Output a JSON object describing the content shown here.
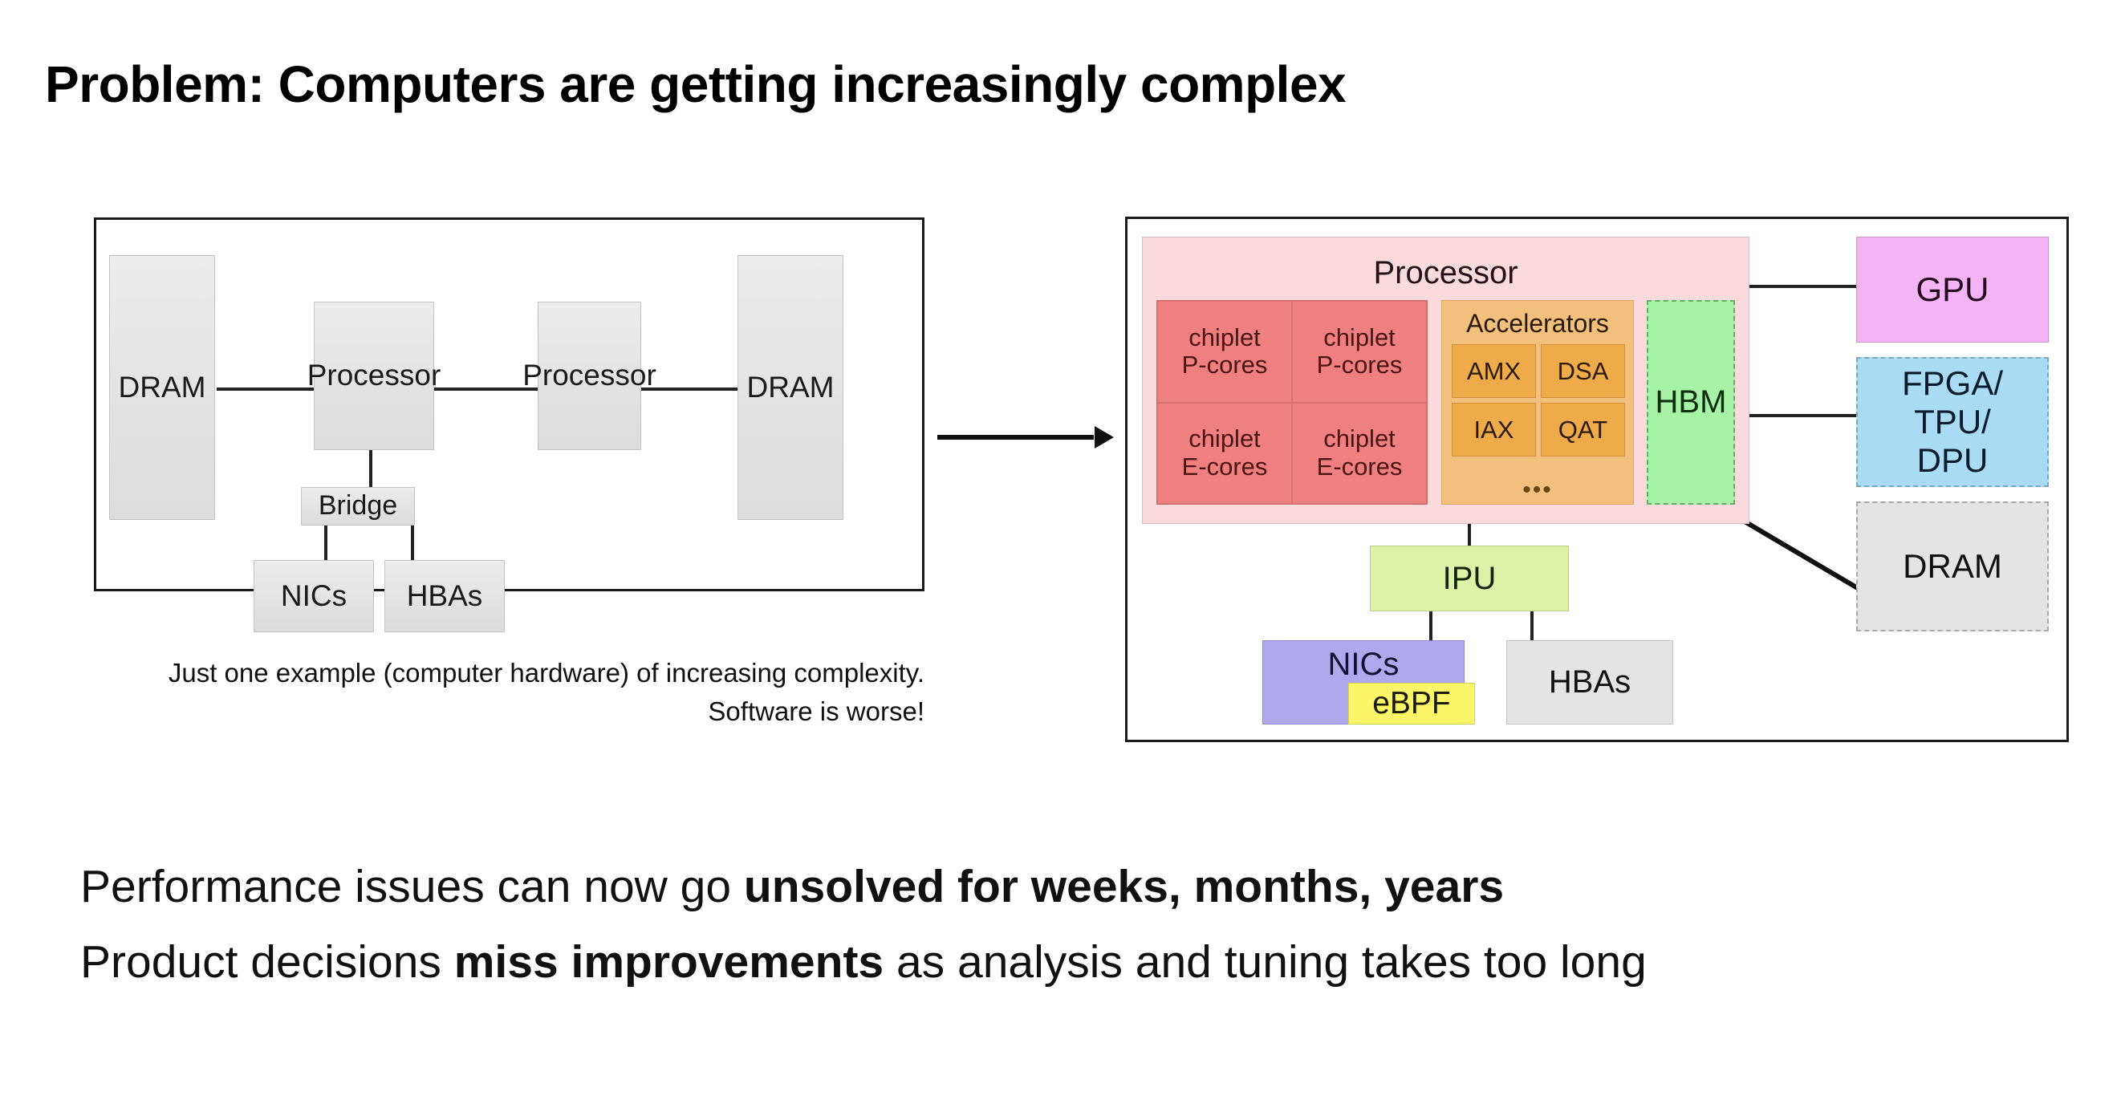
{
  "slide": {
    "title": "Problem: Computers are getting increasingly complex"
  },
  "left_diagram": {
    "name": "simple-computer-architecture",
    "boxes": [
      {
        "id": "dram-left",
        "label": "DRAM"
      },
      {
        "id": "processor-1",
        "label": "Processor"
      },
      {
        "id": "processor-2",
        "label": "Processor"
      },
      {
        "id": "dram-right",
        "label": "DRAM"
      },
      {
        "id": "bridge",
        "label": "Bridge"
      },
      {
        "id": "nics",
        "label": "NICs"
      },
      {
        "id": "hbas",
        "label": "HBAs"
      }
    ],
    "caption_line_1": "Just one example (computer hardware) of increasing complexity.",
    "caption_line_2": "Software is worse!"
  },
  "transition": {
    "arrow_icon": "right-arrow-icon"
  },
  "right_diagram": {
    "name": "complex-computer-architecture",
    "processor": {
      "label": "Processor",
      "chiplets": [
        {
          "line1": "chiplet",
          "line2": "P-cores"
        },
        {
          "line1": "chiplet",
          "line2": "P-cores"
        },
        {
          "line1": "chiplet",
          "line2": "E-cores"
        },
        {
          "line1": "chiplet",
          "line2": "E-cores"
        }
      ],
      "accelerators": {
        "label": "Accelerators",
        "items": [
          "AMX",
          "DSA",
          "IAX",
          "QAT"
        ],
        "ellipsis": "•••"
      },
      "hbm": {
        "label": "HBM"
      }
    },
    "ipu": {
      "label": "IPU"
    },
    "nics": {
      "label": "NICs",
      "nested": {
        "label": "eBPF"
      }
    },
    "hbas": {
      "label": "HBAs"
    },
    "peripherals": [
      {
        "id": "gpu",
        "label": "GPU"
      },
      {
        "id": "fpga",
        "line1": "FPGA/",
        "line2": "TPU/",
        "line3": "DPU"
      },
      {
        "id": "dram",
        "label": "DRAM"
      }
    ]
  },
  "bottom_text": {
    "line_1": {
      "normal_1": "Performance issues can now go ",
      "bold": "unsolved for weeks, months, years",
      "normal_2": ""
    },
    "line_2": {
      "normal_1": "Product decisions ",
      "bold": "miss improvements",
      "normal_2": " as analysis and tuning takes too long"
    }
  },
  "colors": {
    "chiplet_red": "#f08080",
    "accelerator_orange": "#f2bf7c",
    "accelerator_inner_orange": "#efab4a",
    "hbm_green": "#a6f2a6",
    "processor_pink": "#fadadd",
    "ipu_green": "#ddf2a8",
    "nics_purple": "#b0a8ec",
    "ebpf_yellow": "#fbf667",
    "gpu_pink": "#f4b3f4",
    "fpga_blue": "#a9dbf5",
    "gray_box": "#e4e4e4"
  }
}
